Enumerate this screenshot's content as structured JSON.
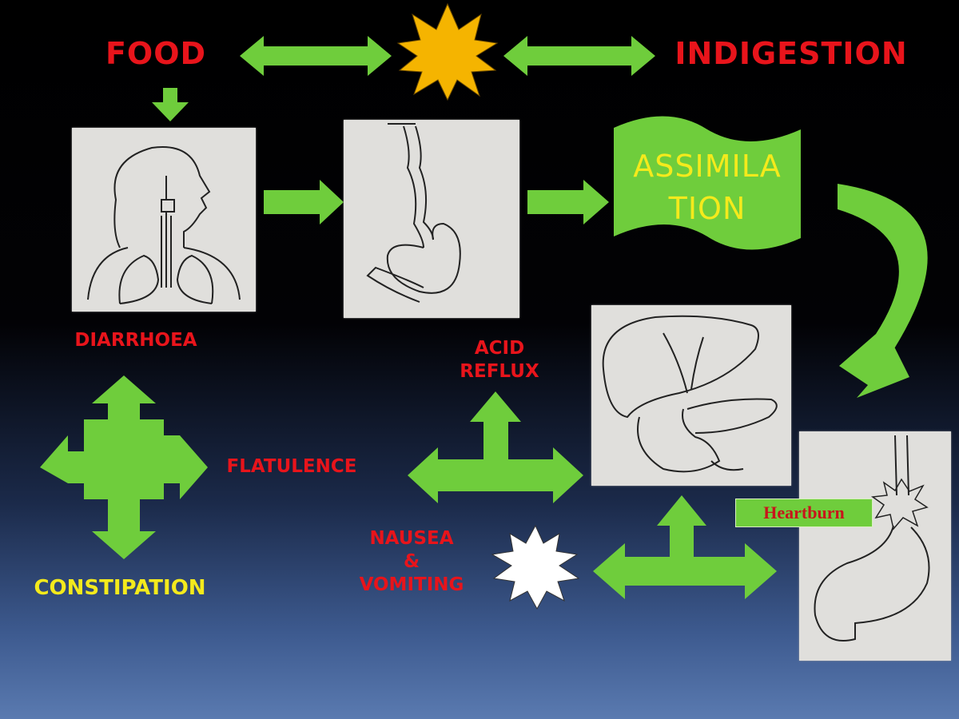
{
  "labels": {
    "food": "FOOD",
    "indigestion": "INDIGESTION",
    "assimilation_line1": "ASSIMILA",
    "assimilation_line2": "TION",
    "diarrhoea": "DIARRHOEA",
    "acid_reflux_line1": "ACID",
    "acid_reflux_line2": "REFLUX",
    "flatulence": "FLATULENCE",
    "constipation": "CONSTIPATION",
    "nausea_line1": "NAUSEA",
    "nausea_line2": "&",
    "nausea_line3": "VOMITING",
    "heartburn": "Heartburn"
  },
  "colors": {
    "arrow_green": "#6fcd3c",
    "label_red": "#e8141b",
    "label_yellow": "#f4ea1c",
    "starburst_orange": "#f5b400",
    "starburst_white": "#ffffff",
    "background_top": "#000000",
    "background_bottom": "#5a7ab0"
  },
  "panels": [
    {
      "name": "head-and-throat-sketch",
      "depicts": "human head, throat and lungs"
    },
    {
      "name": "esophagus-stomach-sketch",
      "depicts": "esophagus and stomach"
    },
    {
      "name": "liver-pancreas-sketch",
      "depicts": "liver, pancreas and duodenum"
    },
    {
      "name": "stomach-heartburn-sketch",
      "depicts": "esophagus with burst into stomach"
    }
  ]
}
